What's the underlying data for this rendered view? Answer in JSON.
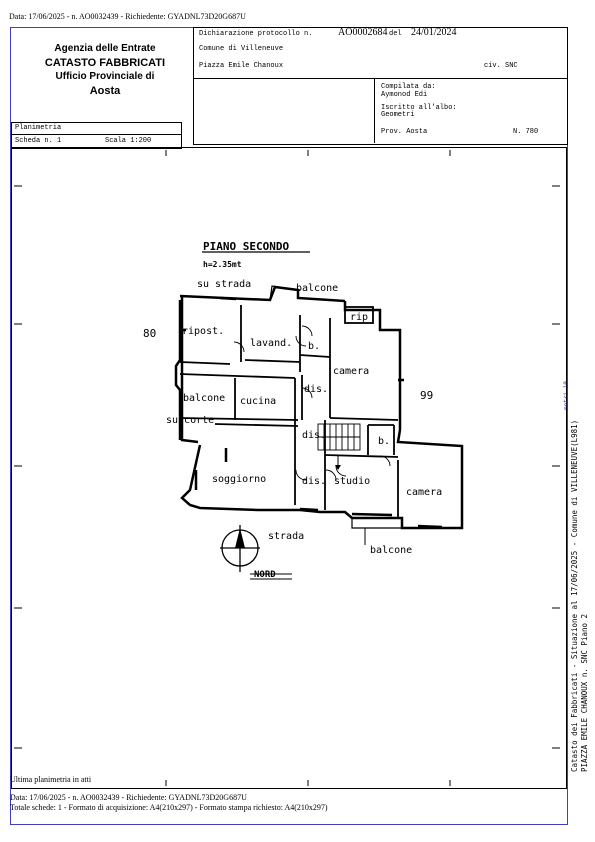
{
  "header_line": "Data: 17/06/2025 - n. AO0032439 - Richiedente: GYADNL73D20G687U",
  "agency": {
    "line1": "Agenzia delle Entrate",
    "line2": "CATASTO FABBRICATI",
    "line3": "Ufficio Provinciale di",
    "line4": "Aosta"
  },
  "declaration": {
    "label": "Dichiarazione protocollo n.",
    "protocol": "AO0002684",
    "del_label": "del",
    "date": "24/01/2024",
    "comune": "Comune di Villeneuve",
    "address": "Piazza Emile Chanoux",
    "civ": "civ. SNC",
    "compiled_label": "Compilata da:",
    "compiled_by": "Aymonod Edi",
    "albo_label": "Iscritto all'albo:",
    "albo": "Geometri",
    "prov": "Prov. Aosta",
    "num": "N. 780"
  },
  "planimetria": {
    "label": "Planimetria",
    "scheda": "Scheda n. 1",
    "scala": "Scala 1:200"
  },
  "plan": {
    "title": "PIANO SECONDO",
    "height": "h=2.35mt",
    "labels": {
      "su_strada": "su strada",
      "balcone_top": "balcone",
      "rip": "rip",
      "num_80": "80",
      "ripost": "ripost.",
      "lavand": "lavand.",
      "b1": "b.",
      "camera1": "camera",
      "dis1": "dis.",
      "num_99": "99",
      "balcone_left": "balcone",
      "cucina": "cucina",
      "su_corte": "su corte",
      "dis2": "dis.",
      "b2": "b.",
      "soggiorno": "soggiorno",
      "dis3": "dis.",
      "studio": "studio",
      "camera2": "camera",
      "strada": "strada",
      "balcone_bottom": "balcone",
      "nord": "NORD"
    }
  },
  "side_text": {
    "line1": "Catasto dei Fabbricati - Situazione al 17/06/2025 - Comune di VILLENEUVE(L981)",
    "line2": "PIAZZA EMILE CHANOUX n. SNC Piano 2",
    "mark": "metri 10"
  },
  "footer": {
    "ultima": "Ultima planimetria in atti",
    "line1": "Data: 17/06/2025 - n. AO0032439 - Richiedente: GYADNL73D20G687U",
    "line2": "Totale schede: 1 - Formato di acquisizione: A4(210x297) - Formato stampa richiesto: A4(210x297)"
  }
}
